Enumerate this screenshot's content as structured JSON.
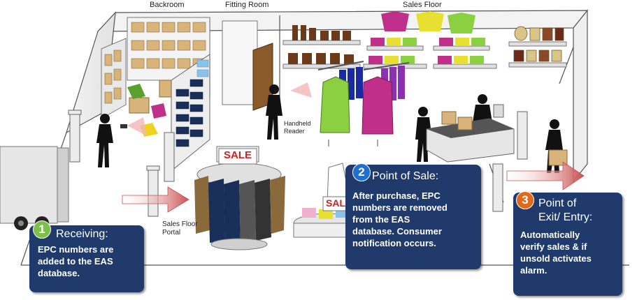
{
  "labels": {
    "backroom": "Backroom",
    "fitting_room": "Fitting Room",
    "sales_floor": "Sales Floor",
    "handheld_reader": [
      "Handheld",
      "Reader"
    ],
    "sales_floor_portal": [
      "Sales Floor",
      "Portal"
    ],
    "sale_sign": "SALE",
    "sale_sign_2": "SAL"
  },
  "callouts": [
    {
      "number": "1",
      "title": "Receiving:",
      "body": [
        "EPC numbers are",
        "added to the EAS",
        "database."
      ],
      "badge_color": "#7cc04a"
    },
    {
      "number": "2",
      "title": "Point of Sale:",
      "body": [
        "After purchase, EPC",
        "numbers are removed",
        "from the EAS",
        "database. Consumer",
        "notification occurs."
      ],
      "badge_color": "#1f6fd1"
    },
    {
      "number": "3",
      "title_lines": [
        "Point of",
        "Exit/ Entry:"
      ],
      "body": [
        "Automatically",
        "verify sales & if",
        "unsold activates",
        "alarm."
      ],
      "badge_color": "#e06a1a"
    }
  ],
  "colors": {
    "callout_bg": "#1f3a6b",
    "arrow": "#c95050",
    "floor_line": "#555555"
  }
}
